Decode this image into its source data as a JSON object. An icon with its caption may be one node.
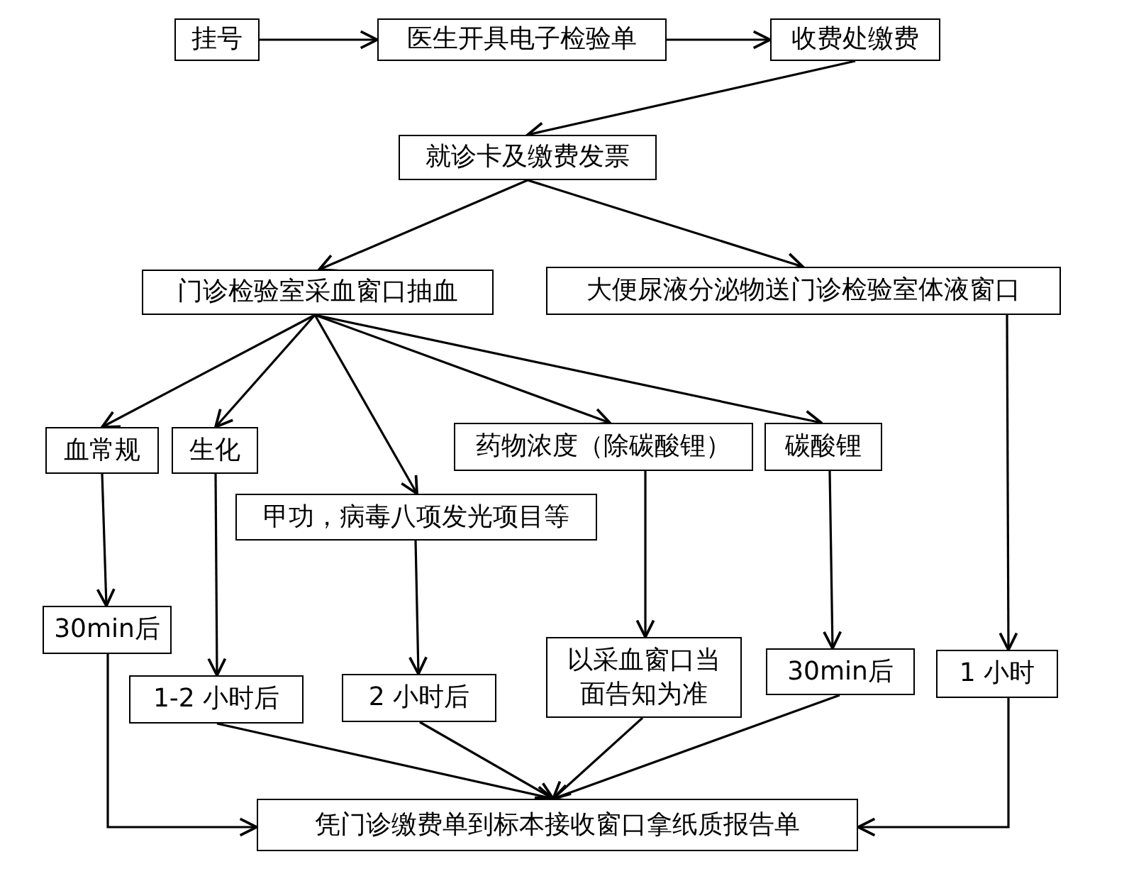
{
  "diagram": {
    "nodes": [
      {
        "text": [
          "挂号"
        ]
      },
      {
        "text": [
          "医生开具电子检验单"
        ]
      },
      {
        "text": [
          "收费处缴费"
        ]
      },
      {
        "text": [
          "就诊卡及缴费发票"
        ]
      },
      {
        "text": [
          "门诊检验室采血窗口抽血"
        ]
      },
      {
        "text": [
          "大便尿液分泌物送门诊检验室体液窗口"
        ]
      },
      {
        "text": [
          "血常规"
        ]
      },
      {
        "text": [
          "生化"
        ]
      },
      {
        "text": [
          "药物浓度（除碳酸锂）"
        ]
      },
      {
        "text": [
          "碳酸锂"
        ]
      },
      {
        "text": [
          "甲功，病毒八项发光项目等"
        ]
      },
      {
        "text": [
          "30min后"
        ]
      },
      {
        "text": [
          "1-2 小时后"
        ]
      },
      {
        "text": [
          "2 小时后"
        ]
      },
      {
        "text": [
          "以采血窗口当面告知为准"
        ]
      },
      {
        "text": [
          "30min后"
        ]
      },
      {
        "text": [
          "1 小时"
        ]
      },
      {
        "text": [
          "凭门诊缴费单到标本接收窗口拿纸质报告单"
        ]
      }
    ],
    "edges": [
      {
        "from": 0,
        "to": 1,
        "arrow": "to"
      },
      {
        "from": 1,
        "to": 2,
        "arrow": "to"
      },
      {
        "from": 2,
        "to": 3,
        "arrow": "to"
      },
      {
        "from": 3,
        "to": 4,
        "arrow": "to"
      },
      {
        "from": 3,
        "to": 5,
        "arrow": "to"
      },
      {
        "from": 4,
        "to": 6,
        "arrow": "to"
      },
      {
        "from": 4,
        "to": 7,
        "arrow": "to"
      },
      {
        "from": 4,
        "to": 10,
        "arrow": "to"
      },
      {
        "from": 4,
        "to": 8,
        "arrow": "to"
      },
      {
        "from": 4,
        "to": 9,
        "arrow": "to"
      },
      {
        "from": 6,
        "to": 11,
        "arrow": "to"
      },
      {
        "from": 7,
        "to": 12,
        "arrow": "to"
      },
      {
        "from": 10,
        "to": 13,
        "arrow": "to"
      },
      {
        "from": 8,
        "to": 14,
        "arrow": "to"
      },
      {
        "from": 9,
        "to": 15,
        "arrow": "to"
      },
      {
        "from": 5,
        "to": 16,
        "arrow": "to"
      },
      {
        "from": 11,
        "to": 17,
        "arrow": "to"
      },
      {
        "from": 12,
        "to": 17,
        "arrow": "to"
      },
      {
        "from": 13,
        "to": 17,
        "arrow": "to"
      },
      {
        "from": 14,
        "to": 17,
        "arrow": "to"
      },
      {
        "from": 15,
        "to": 17,
        "arrow": "to"
      },
      {
        "from": 16,
        "to": 17,
        "arrow": "to"
      }
    ]
  }
}
